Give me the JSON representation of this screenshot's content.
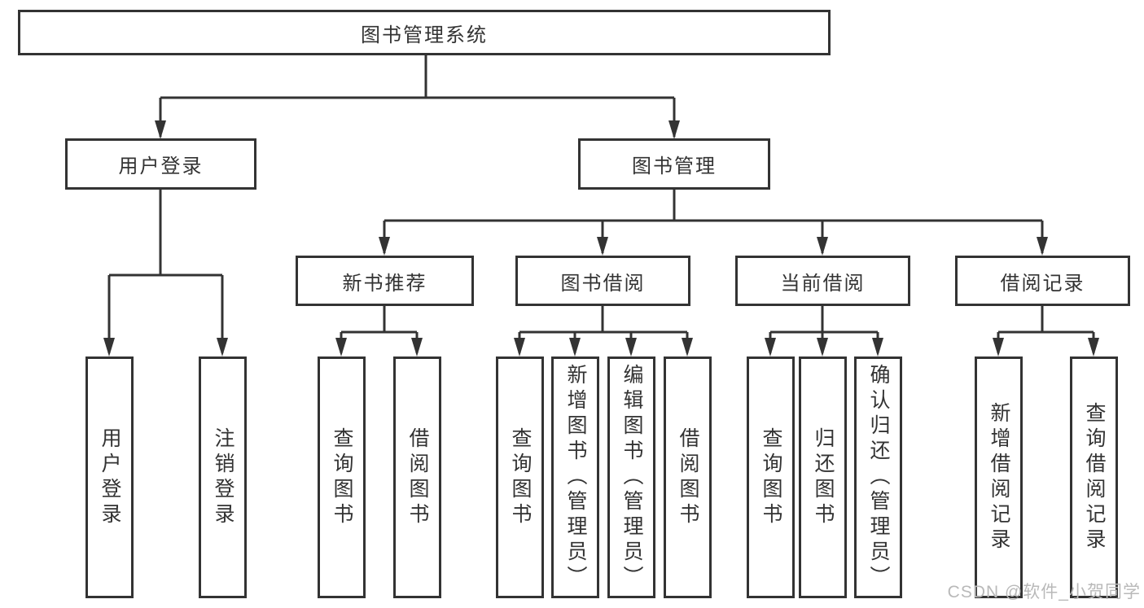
{
  "title": "图书管理系统",
  "watermark": "CSDN @软件_小贺同学",
  "colors": {
    "line": "#333333",
    "box_border": "#333333",
    "text": "#333333",
    "watermark": "#b9b9b9",
    "background": "#ffffff"
  },
  "nodes": {
    "root": "图书管理系统",
    "user_login": "用户登录",
    "book_mgmt": "图书管理",
    "new_book": "新书推荐",
    "book_borrow": "图书借阅",
    "current_borrow": "当前借阅",
    "borrow_record": "借阅记录",
    "leaves": [
      "用户登录",
      "注销登录",
      "查询图书",
      "借阅图书",
      "查询图书",
      "新增图书（管理员）",
      "编辑图书（管理员）",
      "借阅图书",
      "查询图书",
      "归还图书",
      "确认归还（管理员）",
      "新增借阅记录",
      "查询借阅记录"
    ]
  }
}
